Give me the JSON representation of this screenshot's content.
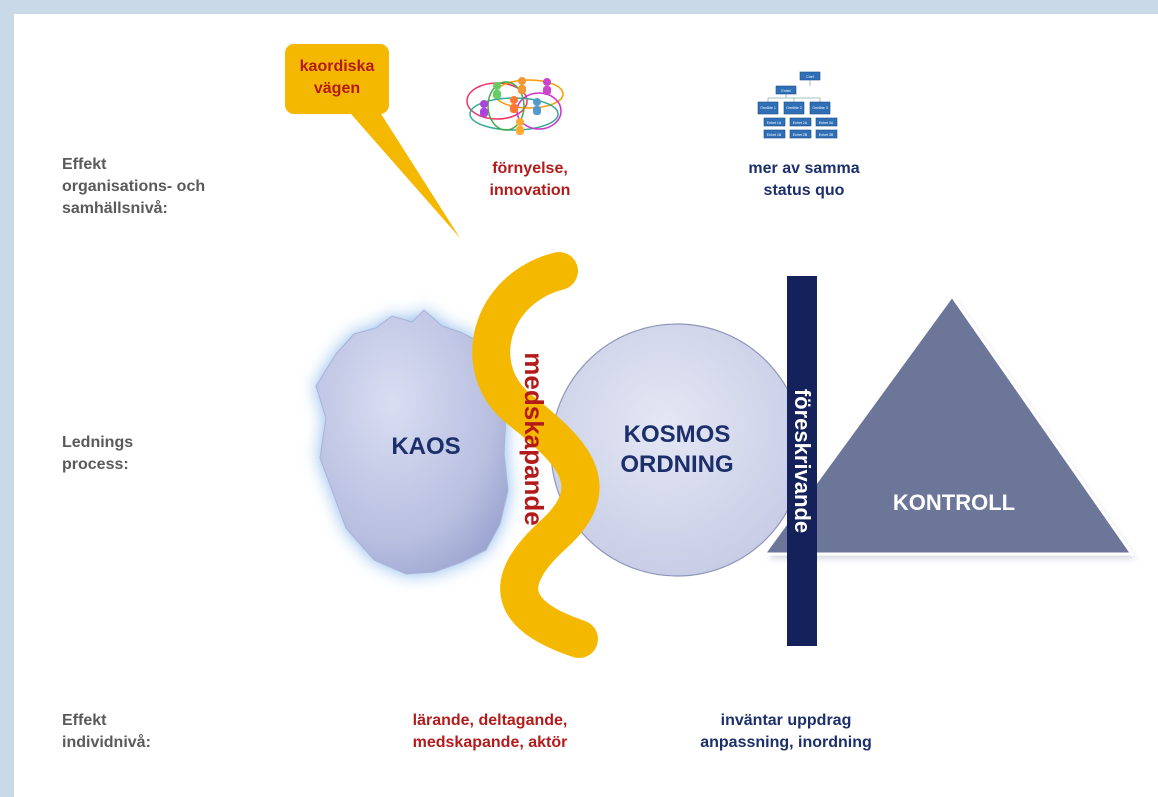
{
  "labels": {
    "row1": "Effekt\norganisations- och\nsamhällsnivå:",
    "row2": "Lednings\nprocess:",
    "row3": "Effekt\nindividnivå:"
  },
  "bubble": {
    "text": "kaordiska\nvägen"
  },
  "top": {
    "left": "förnyelse,\ninnovation",
    "right": "mer av samma\nstatus quo"
  },
  "shapes": {
    "kaos": "KAOS",
    "kosmos": "KOSMOS\nORDNING",
    "kontroll": "KONTROLL",
    "wave_label": "medskapande",
    "bar_label": "föreskrivande"
  },
  "bottom": {
    "left": "lärande, deltagande,\nmedskapande, aktör",
    "right": "inväntar uppdrag\nanpassning, inordning"
  },
  "org_chart": {
    "root": "Chef",
    "level1": "Enhet",
    "level2": [
      "Område 1",
      "Område 2",
      "Område 3"
    ],
    "level3": [
      "Enhet 1A",
      "Enhet 2A",
      "Enhet 3A",
      "Enhet 1B",
      "Enhet 2B",
      "Enhet 3B"
    ]
  },
  "colors": {
    "red": "#b31b1b",
    "navy": "#1c2f6b",
    "gray": "#5a5a5a",
    "yellow": "#f5b800",
    "triangle": "#6b7699",
    "bar": "#15215a",
    "chart_box": "#2f6fb5"
  }
}
